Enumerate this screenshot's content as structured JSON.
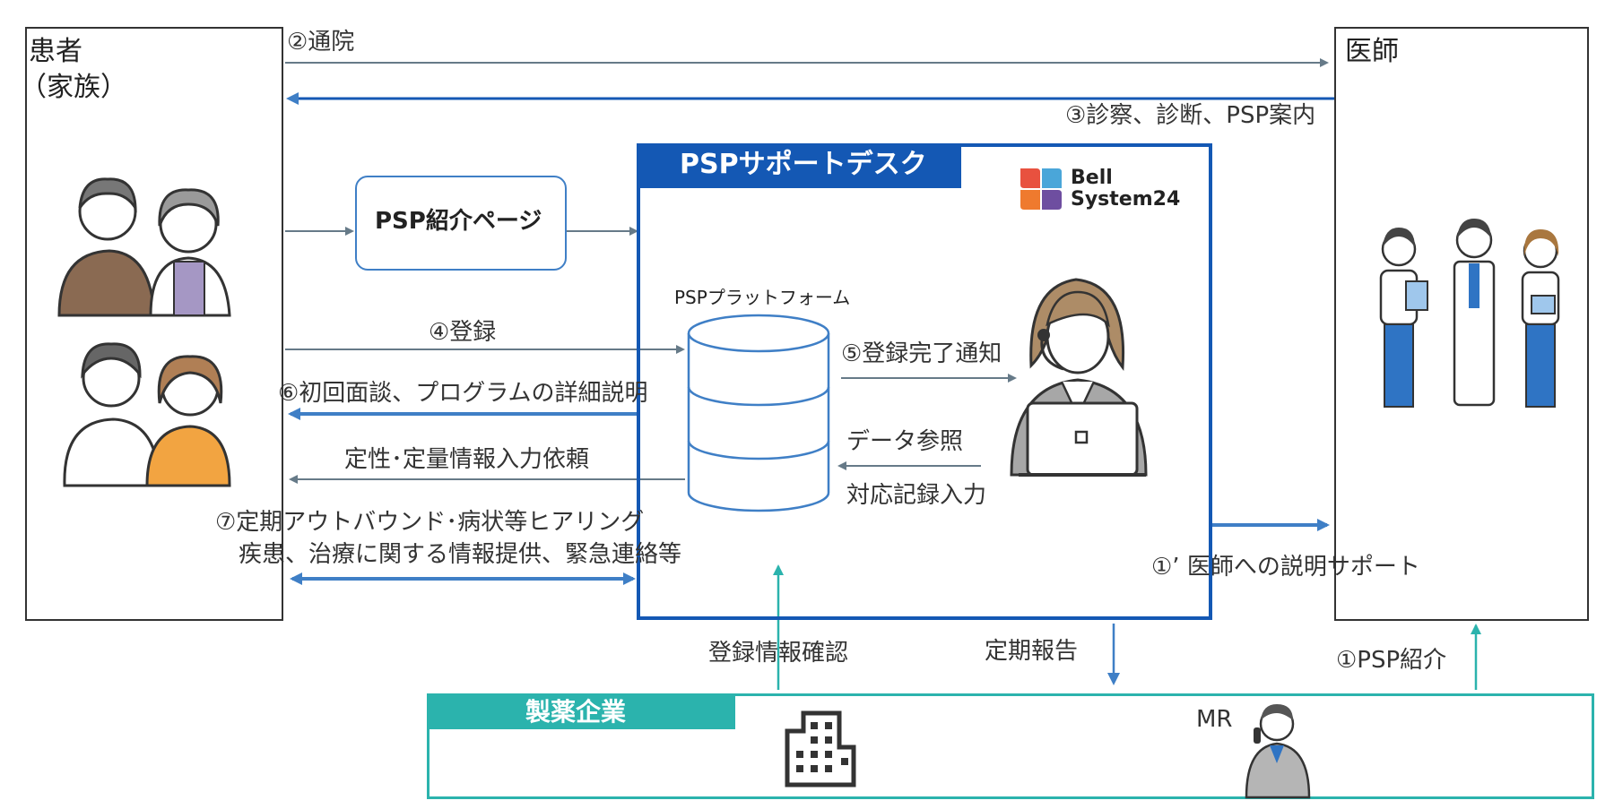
{
  "patient": {
    "title": "患者",
    "subtitle": "（家族）"
  },
  "doctor": {
    "title": "医師"
  },
  "desk": {
    "title": "PSPサポートデスク"
  },
  "logo": {
    "line1": "Bell",
    "line2": "System24"
  },
  "intro_page": {
    "label": "PSP紹介ページ"
  },
  "platform": {
    "label": "PSPプラットフォーム"
  },
  "pharma": {
    "title": "製薬企業",
    "mr": "MR"
  },
  "arrows": {
    "visit": "②通院",
    "exam": "③診察、診断、PSP案内",
    "register": "④登録",
    "notify": "⑤登録完了通知",
    "interview": "⑥初回面談、プログラムの詳細説明",
    "data_ref": "データ参照",
    "record": "対応記録入力",
    "input_request": "定性･定量情報入力依頼",
    "outbound_1": "⑦定期アウトバウンド･病状等ヒアリング",
    "outbound_2": "疾患、治療に関する情報提供、緊急連絡等",
    "doctor_support": "①’ 医師への説明サポート",
    "reg_confirm": "登録情報確認",
    "report": "定期報告",
    "psp_intro": "①PSP紹介"
  },
  "colors": {
    "blue": "#1458b4",
    "teal": "#2bb3ad",
    "gray": "#667a88",
    "light_blue": "#3f7fc6"
  }
}
